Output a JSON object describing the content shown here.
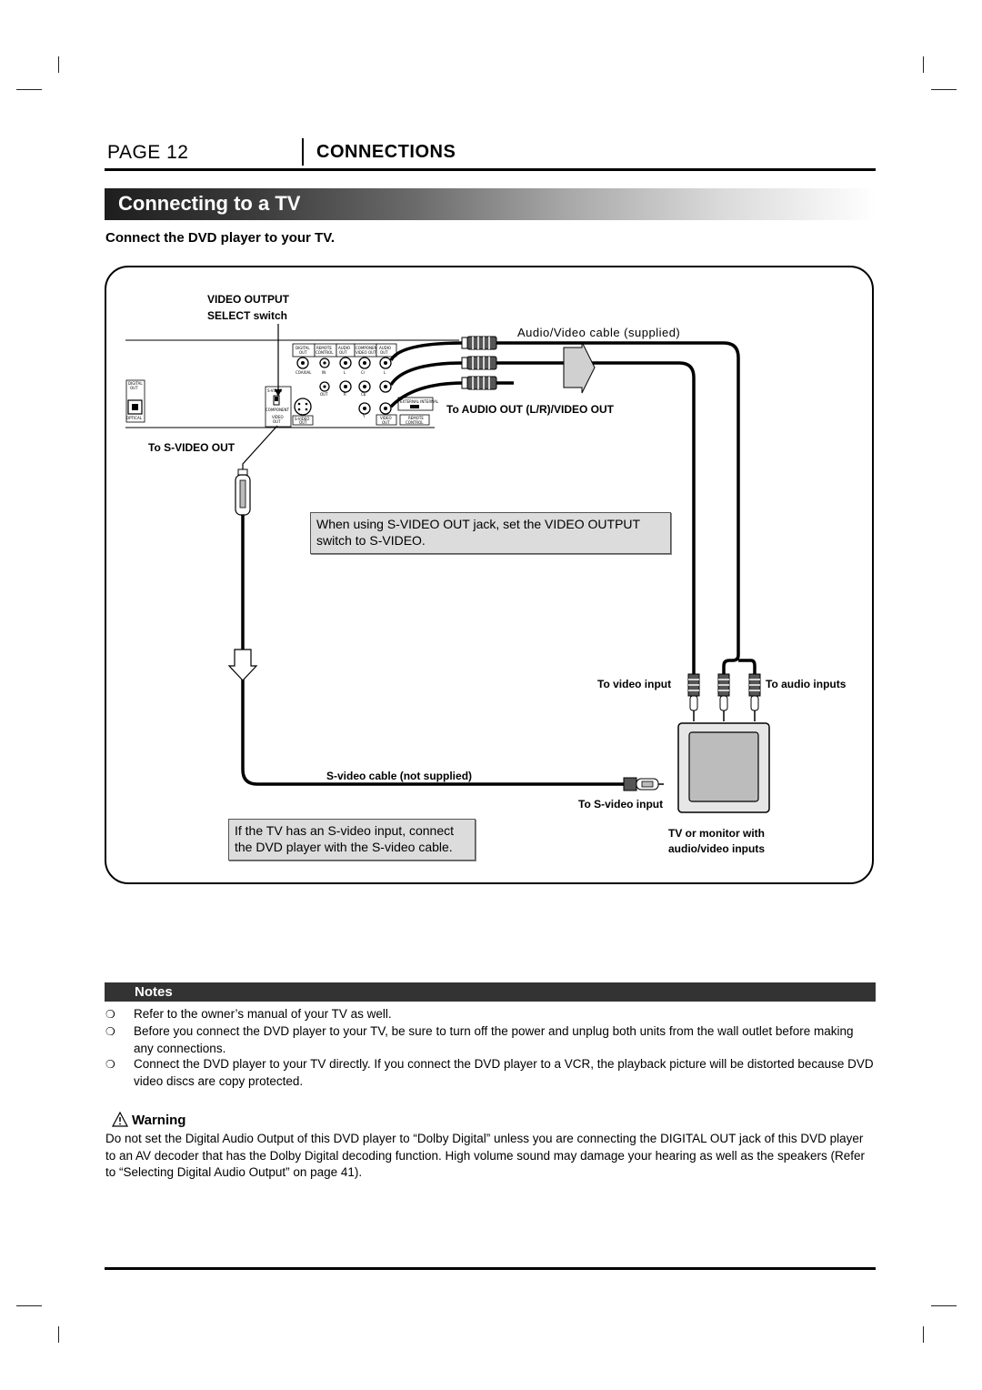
{
  "header": {
    "page_label": "PAGE 12",
    "section": "CONNECTIONS"
  },
  "section_title": "Connecting to a TV",
  "subheading": "Connect the DVD player to your TV.",
  "diagram": {
    "video_output_switch": [
      "VIDEO OUTPUT",
      "SELECT switch"
    ],
    "av_cable": "Audio/Video cable (supplied)",
    "to_audio_out": "To AUDIO OUT (L/R)/VIDEO OUT",
    "to_svideo_out": "To S-VIDEO OUT",
    "callout_svideo": "When using S-VIDEO OUT jack, set the VIDEO OUTPUT switch to S-VIDEO.",
    "to_video_input": "To video input",
    "to_audio_inputs": "To audio inputs",
    "svideo_cable": "S-video cable (not supplied)",
    "to_svideo_input": "To S-video input",
    "callout_tv": "If the TV has an S-video input, connect the DVD player with the S-video cable.",
    "tv_label": [
      "TV or monitor with",
      "audio/video inputs"
    ],
    "panel_labels": {
      "digital_out": [
        "DIGITAL",
        "OUT"
      ],
      "coaxial": "COAXIAL",
      "optical": "OPTICAL",
      "remote_control": [
        "REMOTE",
        "CONTROL"
      ],
      "in": "IN",
      "out": "OUT",
      "audio_out": [
        "AUDIO",
        "OUT"
      ],
      "l": "L",
      "r": "R",
      "component_video_out": [
        "COMPONENT",
        "VIDEO OUT"
      ],
      "cr": "Cr",
      "cb": "Cb",
      "y": "Y",
      "audio_out2": [
        "AUDIO",
        "OUT"
      ],
      "s_video": "S-VIDEO",
      "component": "COMPONENT",
      "video_out": [
        "VIDEO",
        "OUT"
      ],
      "s_video_out": [
        "S-VIDEO",
        "OUT"
      ],
      "external_internal": "EXTERNAL  INTERNAL",
      "video_out2": [
        "VIDEO",
        "OUT"
      ],
      "remote_control2": [
        "REMOTE",
        "CONTROL"
      ]
    }
  },
  "notes": {
    "title": "Notes",
    "items": [
      "Refer to the owner’s manual of your TV as well.",
      "Before you connect the DVD player to your TV, be sure to turn off the power and unplug both units from the wall outlet before making any connections.",
      "Connect the DVD player to your TV directly. If you connect the DVD player to a VCR, the playback picture will be distorted because DVD video discs are copy protected."
    ],
    "bullet": "❍"
  },
  "warning": {
    "title": "Warning",
    "text": "Do not set the Digital Audio Output of this DVD player to “Dolby Digital” unless you are connecting the DIGITAL OUT jack of this DVD player to an AV decoder that has the Dolby Digital decoding function. High volume sound may damage your hearing as well as the speakers (Refer to “Selecting Digital Audio Output” on page 41)."
  },
  "colors": {
    "section_bar_dark": "#1e1e1e",
    "callout_fill": "#dcdcdc",
    "notes_bar": "#333333"
  }
}
